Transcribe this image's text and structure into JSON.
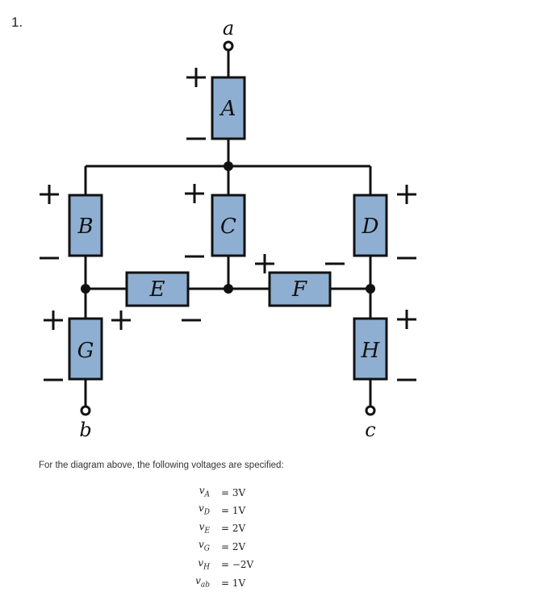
{
  "question_number": "1.",
  "diagram": {
    "components": {
      "A": "A",
      "B": "B",
      "C": "C",
      "D": "D",
      "E": "E",
      "F": "F",
      "G": "G",
      "H": "H"
    },
    "terminals": {
      "a": "a",
      "b": "b",
      "c": "c"
    },
    "polarity": {
      "plus": "+",
      "minus": "−"
    }
  },
  "intro_text": "For the diagram above, the following voltages are specified:",
  "voltages": [
    {
      "name": "vA",
      "label": "v",
      "sub": "A",
      "value": "= 3V"
    },
    {
      "name": "vD",
      "label": "v",
      "sub": "D",
      "value": "= 1V"
    },
    {
      "name": "vE",
      "label": "v",
      "sub": "E",
      "value": "= 2V"
    },
    {
      "name": "vG",
      "label": "v",
      "sub": "G",
      "value": "= 2V"
    },
    {
      "name": "vH",
      "label": "v",
      "sub": "H",
      "value": "= −2V"
    },
    {
      "name": "vab",
      "label": "v",
      "sub": "ab",
      "value": "= 1V"
    }
  ]
}
